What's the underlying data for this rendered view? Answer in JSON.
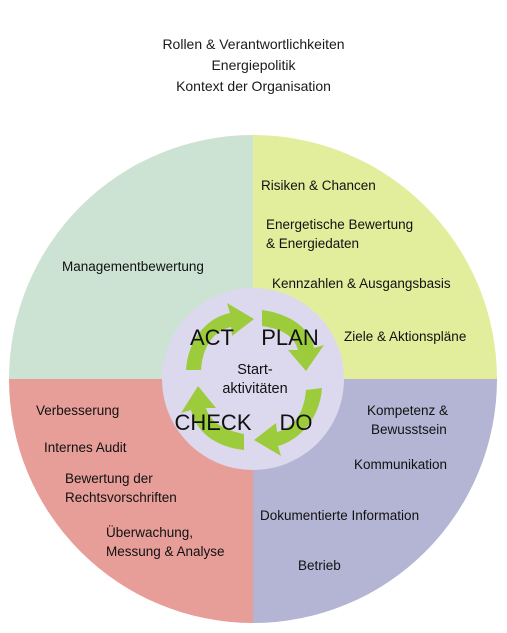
{
  "header": {
    "lines": [
      "Rollen & Verantwortlichkeiten",
      "Energiepolitik",
      "Kontext der Organisation"
    ]
  },
  "quadrants": {
    "act": {
      "color": "#cce3d3",
      "items": [
        "Managementbewertung"
      ]
    },
    "plan": {
      "color": "#e2ee9c",
      "items": [
        "Risiken & Chancen",
        "Energetische Bewertung",
        "& Energiedaten",
        "Kennzahlen & Ausgangsbasis",
        "Ziele & Aktionspläne"
      ]
    },
    "check": {
      "color": "#e79e98",
      "items": [
        "Verbesserung",
        "Internes Audit",
        "Bewertung der",
        "Rechtsvorschriften",
        "Überwachung,",
        "Messung & Analyse"
      ]
    },
    "do": {
      "color": "#b4b5d4",
      "items": [
        "Kompetenz &",
        "Bewusstsein",
        "Kommunikation",
        "Dokumentierte Information",
        "Betrieb"
      ]
    }
  },
  "cycle": {
    "center_color": "#dcd9ef",
    "arrow_color": "#9ccc3c",
    "labels": {
      "act": "ACT",
      "plan": "PLAN",
      "check": "CHECK",
      "do": "DO"
    },
    "center_lines": [
      "Start-",
      "aktivitäten"
    ]
  }
}
